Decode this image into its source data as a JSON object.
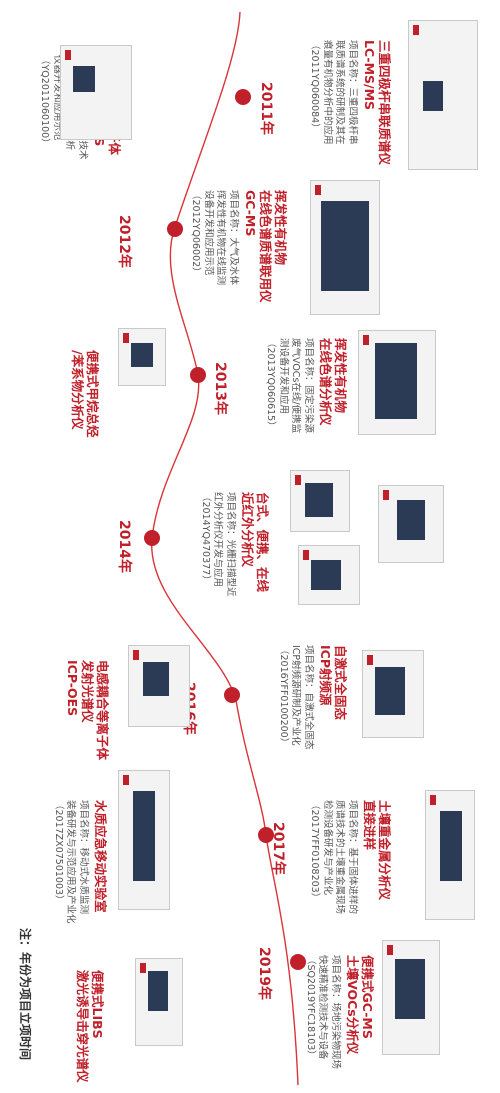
{
  "note": "注：年份为项目立项时间",
  "colors": {
    "accent": "#c0202a",
    "line": "#d9343a"
  },
  "milestones": [
    {
      "year": "2011年"
    },
    {
      "year": "2012年"
    },
    {
      "year": "2013年"
    },
    {
      "year": "2014年"
    },
    {
      "year": "2016年"
    },
    {
      "year": "2017年"
    },
    {
      "year": "2019年"
    }
  ],
  "items": [
    {
      "title_lines": [
        "电感耦合等离子体",
        "质谱仪 ICP-MS"
      ],
      "desc_lines": [
        "项目名称：基于原谱技术",
        "的全组分痕量金属分析",
        "仪器开发和应用示范",
        "（YQ2011060100）"
      ]
    },
    {
      "title_lines": [
        "三重四极杆串联质谱仪",
        "LC-MS/MS"
      ],
      "desc_lines": [
        "项目名称：三重四极杆串",
        "联质谱系统的研制及其在",
        "痕量有机物分析中的应用",
        "（2011YQ060084）"
      ]
    },
    {
      "title_lines": [
        "挥发性有机物",
        "在线色谱质谱联用仪",
        "GC-MS"
      ],
      "desc_lines": [
        "项目名称：大气及水体",
        "挥发性有机物在线监测",
        "设备开发和应用示范",
        "（2012YQ06002）"
      ]
    },
    {
      "title_lines": [
        "便携式甲烷总烃",
        "/苯系物分析仪"
      ],
      "desc_lines": []
    },
    {
      "title_lines": [
        "挥发性有机物",
        "在线色谱分析仪"
      ],
      "desc_lines": [
        "项目名称：固定污染源",
        "废气VOCs在线/便携监",
        "测设备开发和应用",
        "（2013YQ060615）"
      ]
    },
    {
      "title_lines": [
        "台式、便携、在线",
        "近红外分析仪"
      ],
      "desc_lines": [
        "项目名称：光栅扫描型近",
        "红外分析仪开发与应用",
        "（2014YQ470377）"
      ]
    },
    {
      "title_lines": [
        "电感耦合等离子体",
        "发射光谱仪",
        "ICP-OES"
      ],
      "desc_lines": []
    },
    {
      "title_lines": [
        "自激式全固态",
        "ICP射频源"
      ],
      "desc_lines": [
        "项目名称：自激式全固态",
        "ICP射频源研制及产业化",
        "（2016YFF0100200）"
      ]
    },
    {
      "title_lines": [
        "水质应急移动实验室"
      ],
      "desc_lines": [
        "项目名称：移动式水质监测",
        "装备研发与示范应用及产业化",
        "（2017ZX07501003）"
      ]
    },
    {
      "title_lines": [
        "土壤重金属分析仪",
        "直接进样"
      ],
      "desc_lines": [
        "项目名称：基于固体进样的",
        "质谱技术的土壤重金属现场",
        "检测设备研发与产业化",
        "（2017YFF0108203）"
      ]
    },
    {
      "title_lines": [
        "便携式LIBS",
        "激光诱导击穿光谱仪"
      ],
      "desc_lines": []
    },
    {
      "title_lines": [
        "便携式GC-MS",
        "土壤VOCs分析仪"
      ],
      "desc_lines": [
        "项目名称：场地污染物现场",
        "快速精准检测技术与设备",
        "（SQ2019YFC18103）"
      ]
    }
  ]
}
